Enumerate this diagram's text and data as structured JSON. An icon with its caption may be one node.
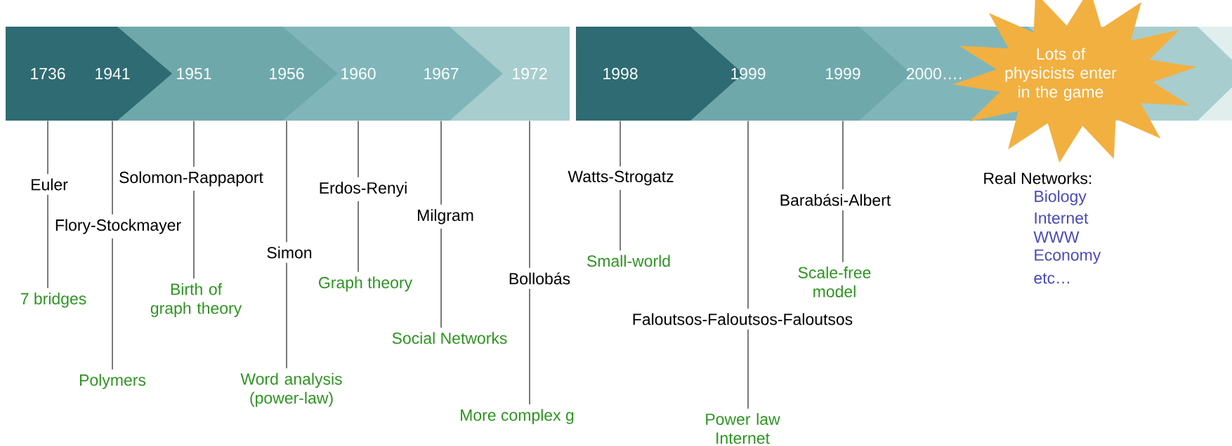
{
  "diagram": {
    "nodes": [
      {
        "text": [
          "1736"
        ]
      },
      {
        "text": [
          "1941"
        ]
      },
      {
        "text": [
          "1951"
        ]
      },
      {
        "text": [
          "1956"
        ]
      },
      {
        "text": [
          "1960"
        ]
      },
      {
        "text": [
          "1967"
        ]
      },
      {
        "text": [
          "1972"
        ]
      },
      {
        "text": [
          "1998"
        ]
      },
      {
        "text": [
          "1999"
        ]
      },
      {
        "text": [
          "1999"
        ]
      },
      {
        "text": [
          "2000…."
        ]
      },
      {
        "text": [
          "Lots of physicists enter in the game"
        ]
      },
      {
        "text": [
          "Euler"
        ]
      },
      {
        "text": [
          "Flory-Stockmayer"
        ]
      },
      {
        "text": [
          "Solomon-Rappaport"
        ]
      },
      {
        "text": [
          "Simon"
        ]
      },
      {
        "text": [
          "Erdos-Renyi"
        ]
      },
      {
        "text": [
          "Milgram"
        ]
      },
      {
        "text": [
          "Bollobás"
        ]
      },
      {
        "text": [
          "Watts-Strogatz"
        ]
      },
      {
        "text": [
          "Barabási-Albert"
        ]
      },
      {
        "text": [
          "Faloutsos-Faloutsos-Faloutsos"
        ]
      },
      {
        "text": [
          "7 bridges"
        ]
      },
      {
        "text": [
          "Polymers"
        ]
      },
      {
        "text": [
          "Birth of graph theory"
        ]
      },
      {
        "text": [
          "Word analysis (power-law)"
        ]
      },
      {
        "text": [
          "Graph theory"
        ]
      },
      {
        "text": [
          "Social Networks"
        ]
      },
      {
        "text": [
          "More complex g"
        ]
      },
      {
        "text": [
          "Small-world"
        ]
      },
      {
        "text": [
          "Scale-free model"
        ]
      },
      {
        "text": [
          "Power law Internet"
        ]
      }
    ],
    "edges": [
      {
        "from": 0,
        "to": 12,
        "arrow": "none"
      },
      {
        "from": 12,
        "to": 22,
        "arrow": "none"
      },
      {
        "from": 1,
        "to": 13,
        "arrow": "none"
      },
      {
        "from": 13,
        "to": 23,
        "arrow": "none"
      },
      {
        "from": 2,
        "to": 14,
        "arrow": "none"
      },
      {
        "from": 14,
        "to": 24,
        "arrow": "none"
      },
      {
        "from": 3,
        "to": 15,
        "arrow": "none"
      },
      {
        "from": 15,
        "to": 25,
        "arrow": "none"
      },
      {
        "from": 4,
        "to": 16,
        "arrow": "none"
      },
      {
        "from": 16,
        "to": 26,
        "arrow": "none"
      },
      {
        "from": 5,
        "to": 17,
        "arrow": "none"
      },
      {
        "from": 17,
        "to": 27,
        "arrow": "none"
      },
      {
        "from": 6,
        "to": 18,
        "arrow": "none"
      },
      {
        "from": 18,
        "to": 28,
        "arrow": "none"
      },
      {
        "from": 7,
        "to": 19,
        "arrow": "none"
      },
      {
        "from": 19,
        "to": 29,
        "arrow": "none"
      },
      {
        "from": 9,
        "to": 20,
        "arrow": "none"
      },
      {
        "from": 20,
        "to": 30,
        "arrow": "none"
      },
      {
        "from": 8,
        "to": 21,
        "arrow": "none"
      },
      {
        "from": 21,
        "to": 31,
        "arrow": "none"
      }
    ],
    "labels": [
      "Real Networks:",
      "Biology",
      "Internet",
      "WWW",
      "Economy",
      "etc…"
    ]
  }
}
